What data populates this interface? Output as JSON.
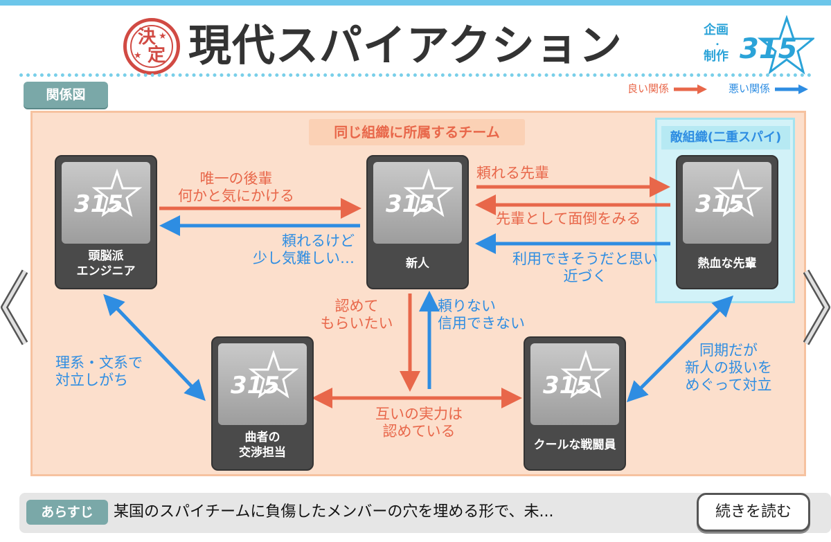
{
  "header": {
    "stamp_top": "決",
    "stamp_bottom": "定",
    "title": "現代スパイアクション",
    "credit_plan": "企画",
    "credit_produce": "制作",
    "logo_text": "315"
  },
  "section_tag": "関係図",
  "legend": {
    "good": "良い関係",
    "bad": "悪い関係"
  },
  "groups": {
    "team": "同じ組織に所属するチーム",
    "enemy": "敵組織(二重スパイ)"
  },
  "characters": {
    "engineer": "頭脳派\nエンジニア",
    "newbie": "新人",
    "senior": "熱血な先輩",
    "negotiator": "曲者の\n交渉担当",
    "fighter": "クールな戦闘員"
  },
  "relations": {
    "engineer_to_newbie": "唯一の後輩\n何かと気にかける",
    "newbie_to_engineer": "頼れるけど\n少し気難しい…",
    "newbie_to_senior": "頼れる先輩",
    "senior_to_newbie_good": "先輩として面倒をみる",
    "senior_to_newbie_bad": "利用できそうだと思い\n近づく",
    "newbie_to_fighter": "認めて\nもらいたい",
    "fighter_to_newbie": "頼りない\n信用できない",
    "engineer_negotiator": "理系・文系で\n対立しがち",
    "negotiator_fighter": "互いの実力は\n認めている",
    "senior_fighter": "同期だが\n新人の扱いを\nめぐって対立"
  },
  "summary": {
    "tag": "あらすじ",
    "text": "某国のスパイチームに負傷したメンバーの穴を埋める形で、未...",
    "more_button": "続きを読む"
  },
  "colors": {
    "good": "#e8674a",
    "bad": "#2e8de2",
    "panel": "#fcdfcc",
    "accent": "#6cc6ea"
  }
}
